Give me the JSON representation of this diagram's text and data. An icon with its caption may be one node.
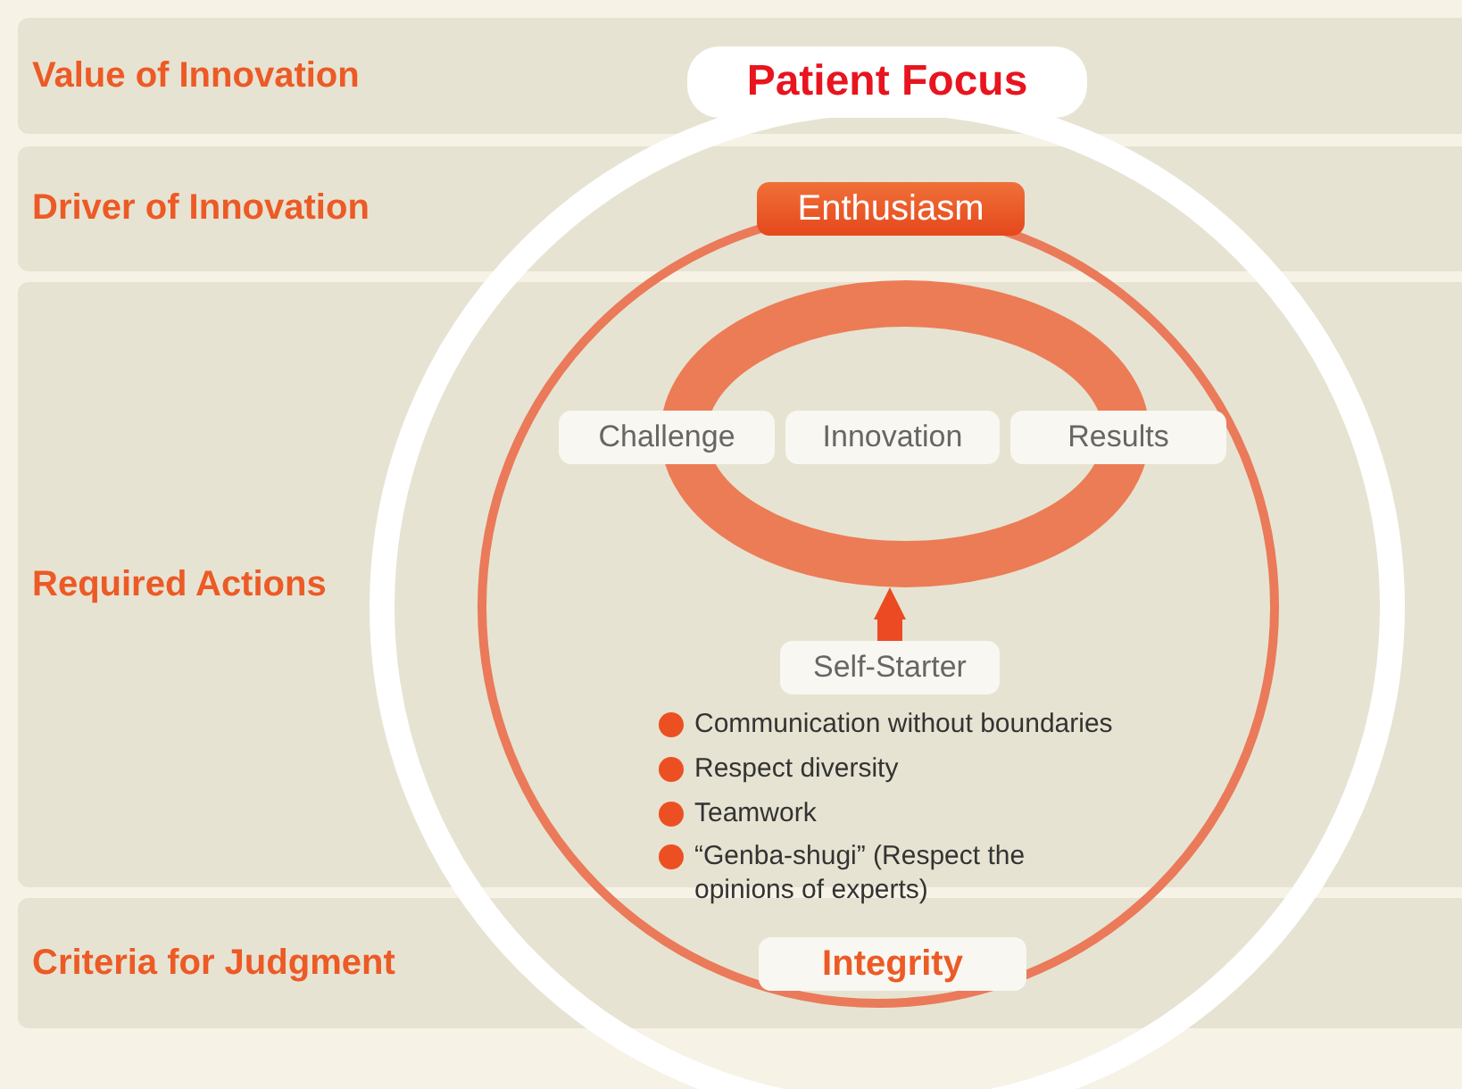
{
  "diagram": {
    "nodes": [
      {
        "text": [
          "Value of Innovation"
        ]
      },
      {
        "text": [
          "Driver of Innovation"
        ]
      },
      {
        "text": [
          "Required Actions"
        ]
      },
      {
        "text": [
          "Criteria for Judgment"
        ]
      },
      {
        "text": [
          "Patient Focus"
        ],
        "in": 0
      },
      {
        "text": [
          "Enthusiasm"
        ],
        "in": 1
      },
      {
        "text": [
          "Challenge"
        ],
        "in": 2
      },
      {
        "text": [
          "Innovation"
        ],
        "in": 11
      },
      {
        "text": [
          "Results"
        ],
        "in": 2
      },
      {
        "text": [
          "Self-Starter"
        ],
        "in": 2
      },
      {
        "text": [
          "Integrity"
        ],
        "in": 3
      },
      {
        "text": [],
        "shape": "ring",
        "in": 2
      }
    ],
    "edges": [
      {
        "from": 9,
        "to": 11,
        "arrow": "to"
      }
    ],
    "labels": [
      "Communication without boundaries",
      "Respect diversity",
      "Teamwork",
      "“Genba-shugi” (Respect the opinions of experts)"
    ]
  }
}
